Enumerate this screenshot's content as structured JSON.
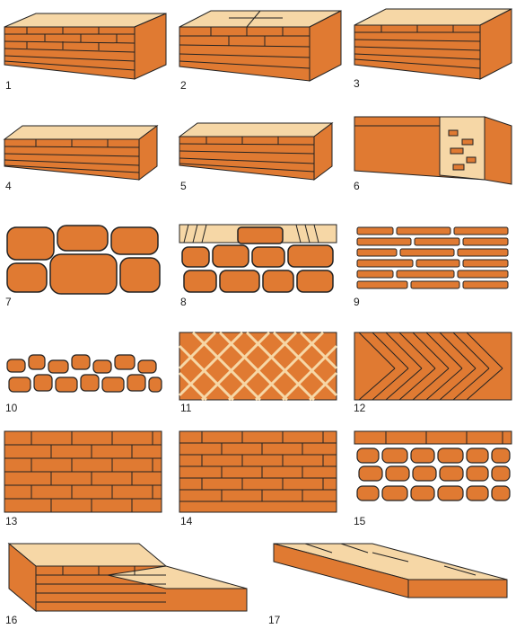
{
  "colors": {
    "brick": "#E07A32",
    "brick_top": "#F6D7A6",
    "mortar_line": "#1a1a1a",
    "paper": "#ffffff"
  },
  "figures": [
    {
      "label": "1"
    },
    {
      "label": "2"
    },
    {
      "label": "3"
    },
    {
      "label": "4"
    },
    {
      "label": "5"
    },
    {
      "label": "6"
    },
    {
      "label": "7"
    },
    {
      "label": "8"
    },
    {
      "label": "9"
    },
    {
      "label": "10"
    },
    {
      "label": "11"
    },
    {
      "label": "12"
    },
    {
      "label": "13"
    },
    {
      "label": "14"
    },
    {
      "label": "15"
    },
    {
      "label": "16"
    },
    {
      "label": "17"
    }
  ]
}
